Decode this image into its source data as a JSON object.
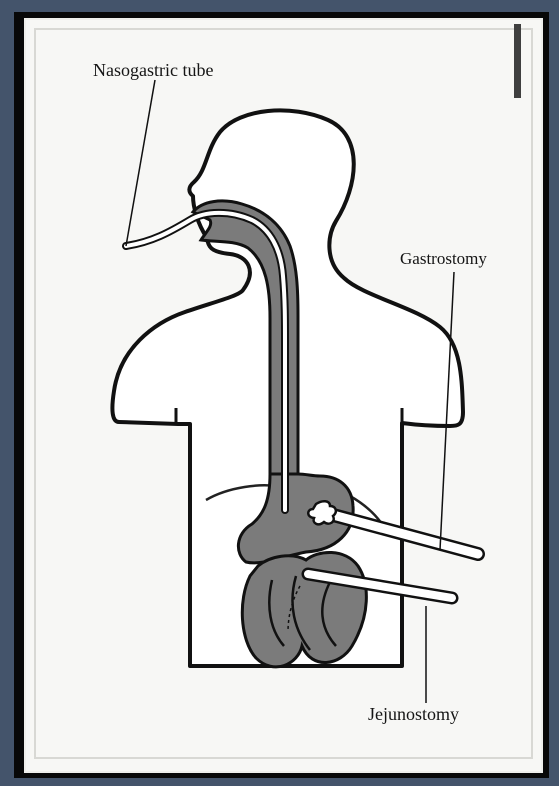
{
  "labels": {
    "nasogastric": "Nasogastric tube",
    "gastrostomy": "Gastrostomy",
    "jejunostomy": "Jejunostomy"
  },
  "colors": {
    "background": "#44546b",
    "frame": "#080808",
    "paper": "#f7f7f5",
    "ink": "#151515",
    "organ_fill": "#7b7b7b",
    "tube_fill": "#ffffff"
  }
}
